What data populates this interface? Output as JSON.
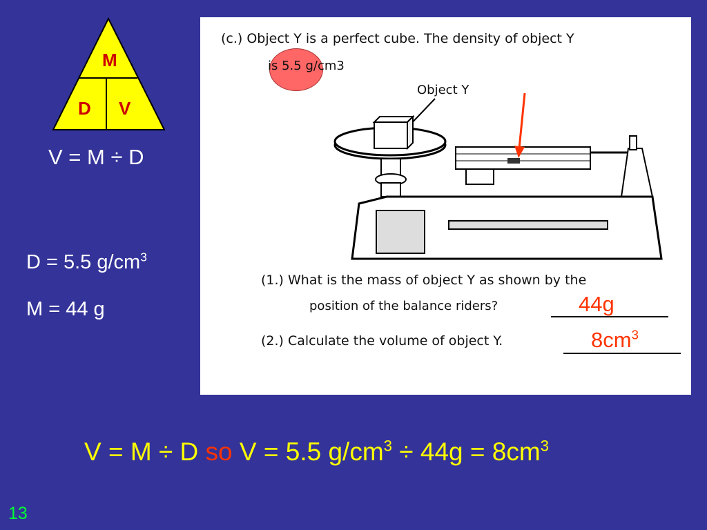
{
  "triangle": {
    "top": "M",
    "bottom_left": "D",
    "bottom_right": "V"
  },
  "left": {
    "formula": "V = M ÷ D",
    "density": "D = 5.5 g/cm",
    "density_sup": "3",
    "mass": "M = 44 g"
  },
  "worksheet": {
    "line1": "(c.) Object Y is a perfect cube.  The density of object Y",
    "line2": "is 5.5 g/cm3",
    "object_label": "Object Y",
    "q1_line1": "(1.) What is the mass of object Y as shown by the",
    "q1_line2": "position of the balance riders?",
    "answer1": "44g",
    "q2": "(2.) Calculate the volume of object Y.",
    "answer2": "8cm",
    "answer2_sup": "3"
  },
  "bottom": {
    "part1": "V = M ÷ D ",
    "so": "so",
    "part2": " V = 5.5 g/cm",
    "sup1": "3",
    "part3": " ÷ 44g = 8cm",
    "sup2": "3"
  },
  "slide_number": "13",
  "colors": {
    "background": "#333399",
    "triangle": "#ffff00",
    "highlight": "#ff6666",
    "accent_red": "#ff3300"
  }
}
